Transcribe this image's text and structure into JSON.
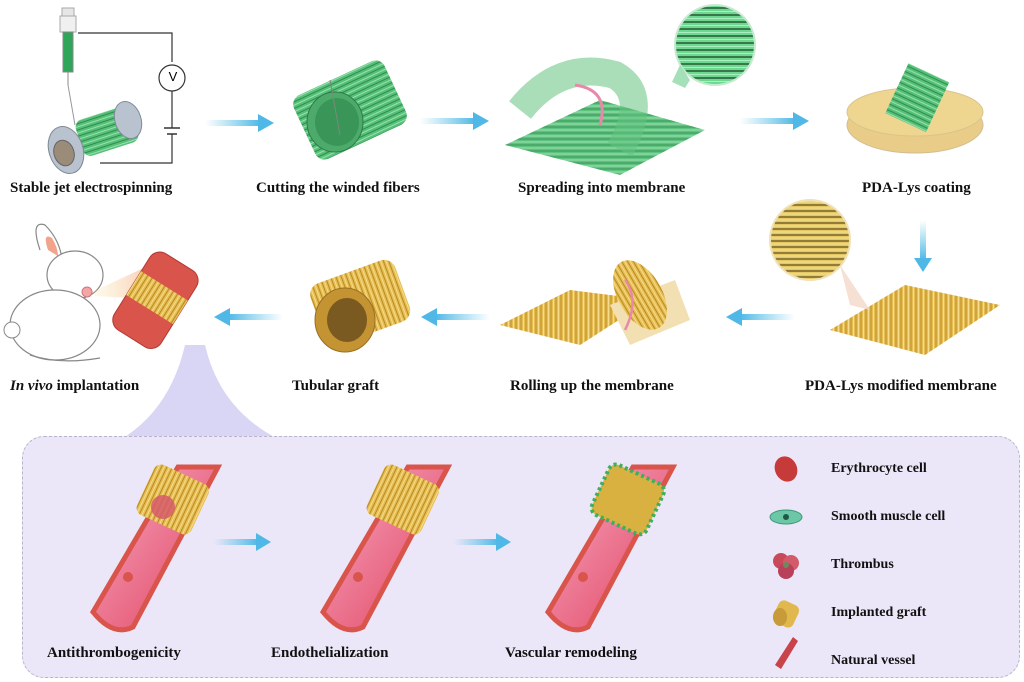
{
  "steps": {
    "electrospinning": "Stable jet electrospinning",
    "cutting": "Cutting the winded fibers",
    "spreading": "Spreading into membrane",
    "coating": "PDA-Lys coating",
    "modified_membrane": "PDA-Lys modified membrane",
    "rolling": "Rolling up the membrane",
    "tubular_graft": "Tubular graft",
    "implantation_italic": "In vivo",
    "implantation_rest": " implantation"
  },
  "voltmeter_symbol": "V",
  "outcomes": [
    "Antithrombogenicity",
    "Endothelialization",
    "Vascular remodeling"
  ],
  "legend": [
    {
      "icon": "erythrocyte-icon",
      "label": "Erythrocyte cell"
    },
    {
      "icon": "smooth-muscle-cell-icon",
      "label": "Smooth muscle cell"
    },
    {
      "icon": "thrombus-icon",
      "label": "Thrombus"
    },
    {
      "icon": "implanted-graft-icon",
      "label": "Implanted graft"
    },
    {
      "icon": "natural-vessel-icon",
      "label": "Natural vessel"
    }
  ],
  "colors": {
    "fiber_green": "#3fae5f",
    "fiber_yellow": "#e2b94a",
    "arrow_blue": "#5cc3e8",
    "vessel_red": "#d9544a",
    "panel_bg": "#ece7f8"
  }
}
